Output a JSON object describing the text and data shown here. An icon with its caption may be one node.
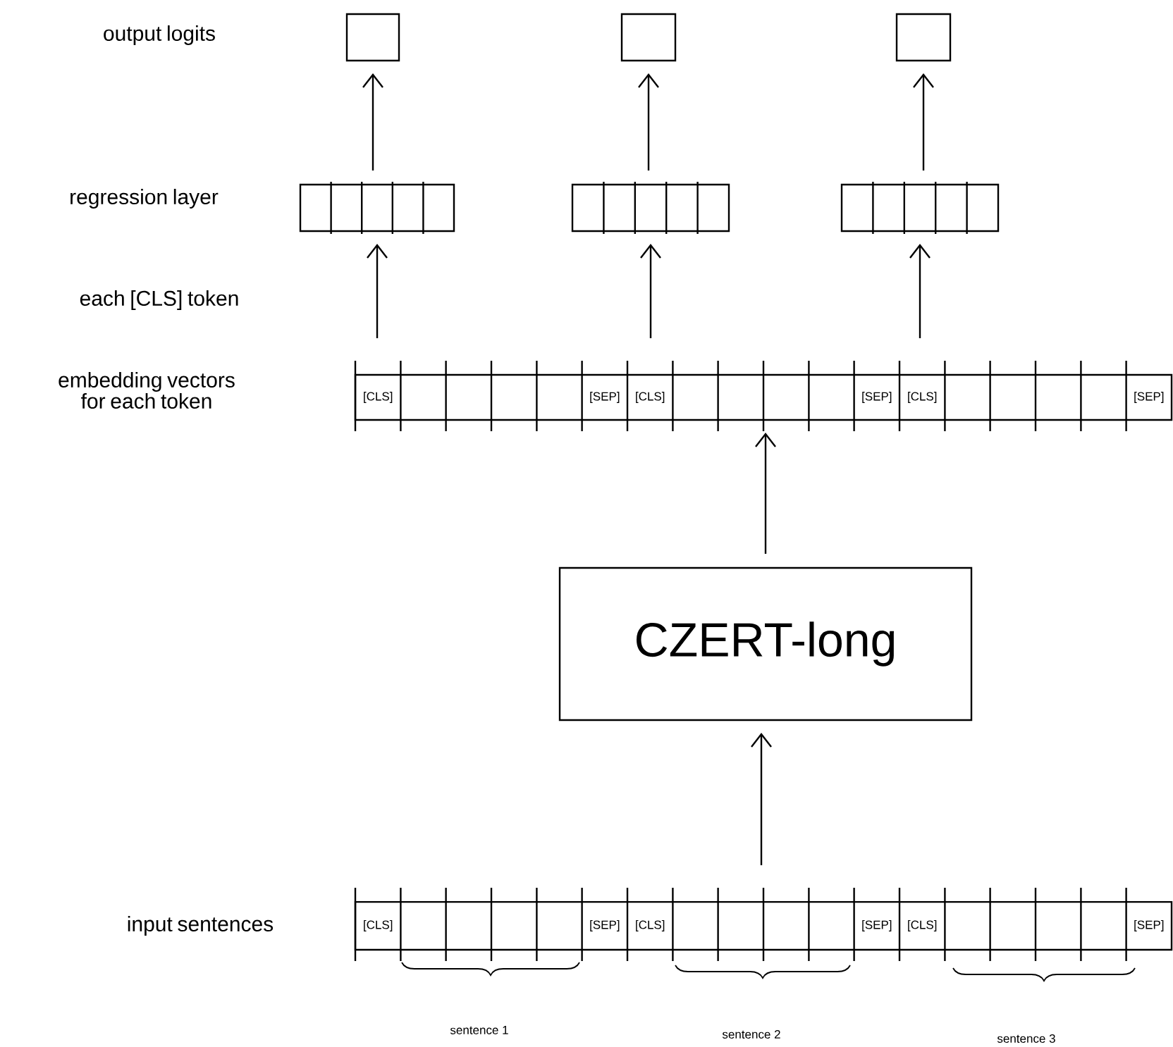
{
  "diagram": {
    "nodes": [
      {
        "text": [],
        "shape": "box"
      },
      {
        "text": [],
        "shape": "box"
      },
      {
        "text": [],
        "shape": "box"
      },
      {
        "text": [],
        "shape": "bar"
      },
      {
        "text": [],
        "shape": "bar"
      },
      {
        "text": [],
        "shape": "bar"
      },
      {
        "text": [
          "[CLS]",
          "[SEP]",
          "[CLS]",
          "[SEP]",
          "[CLS]",
          "[SEP]"
        ]
      },
      {
        "text": [
          "CZERT-long"
        ]
      },
      {
        "text": [
          "[CLS]",
          "[SEP]",
          "[CLS]",
          "[SEP]",
          "[CLS]",
          "[SEP]"
        ]
      }
    ],
    "edges": [
      {
        "from": 3,
        "to": 0,
        "arrow": "to"
      },
      {
        "from": 4,
        "to": 1,
        "arrow": "to"
      },
      {
        "from": 5,
        "to": 2,
        "arrow": "to"
      },
      {
        "from": 6,
        "to": 3,
        "arrow": "to"
      },
      {
        "from": 6,
        "to": 4,
        "arrow": "to"
      },
      {
        "from": 6,
        "to": 5,
        "arrow": "to"
      },
      {
        "from": 7,
        "to": 6,
        "arrow": "to"
      },
      {
        "from": 8,
        "to": 7,
        "arrow": "to"
      }
    ],
    "labels": [
      "output logits",
      "regression layer",
      "each [CLS] token",
      "embedding vectors for each token",
      "input sentences",
      "sentence 1",
      "sentence 2",
      "sentence 3"
    ]
  }
}
